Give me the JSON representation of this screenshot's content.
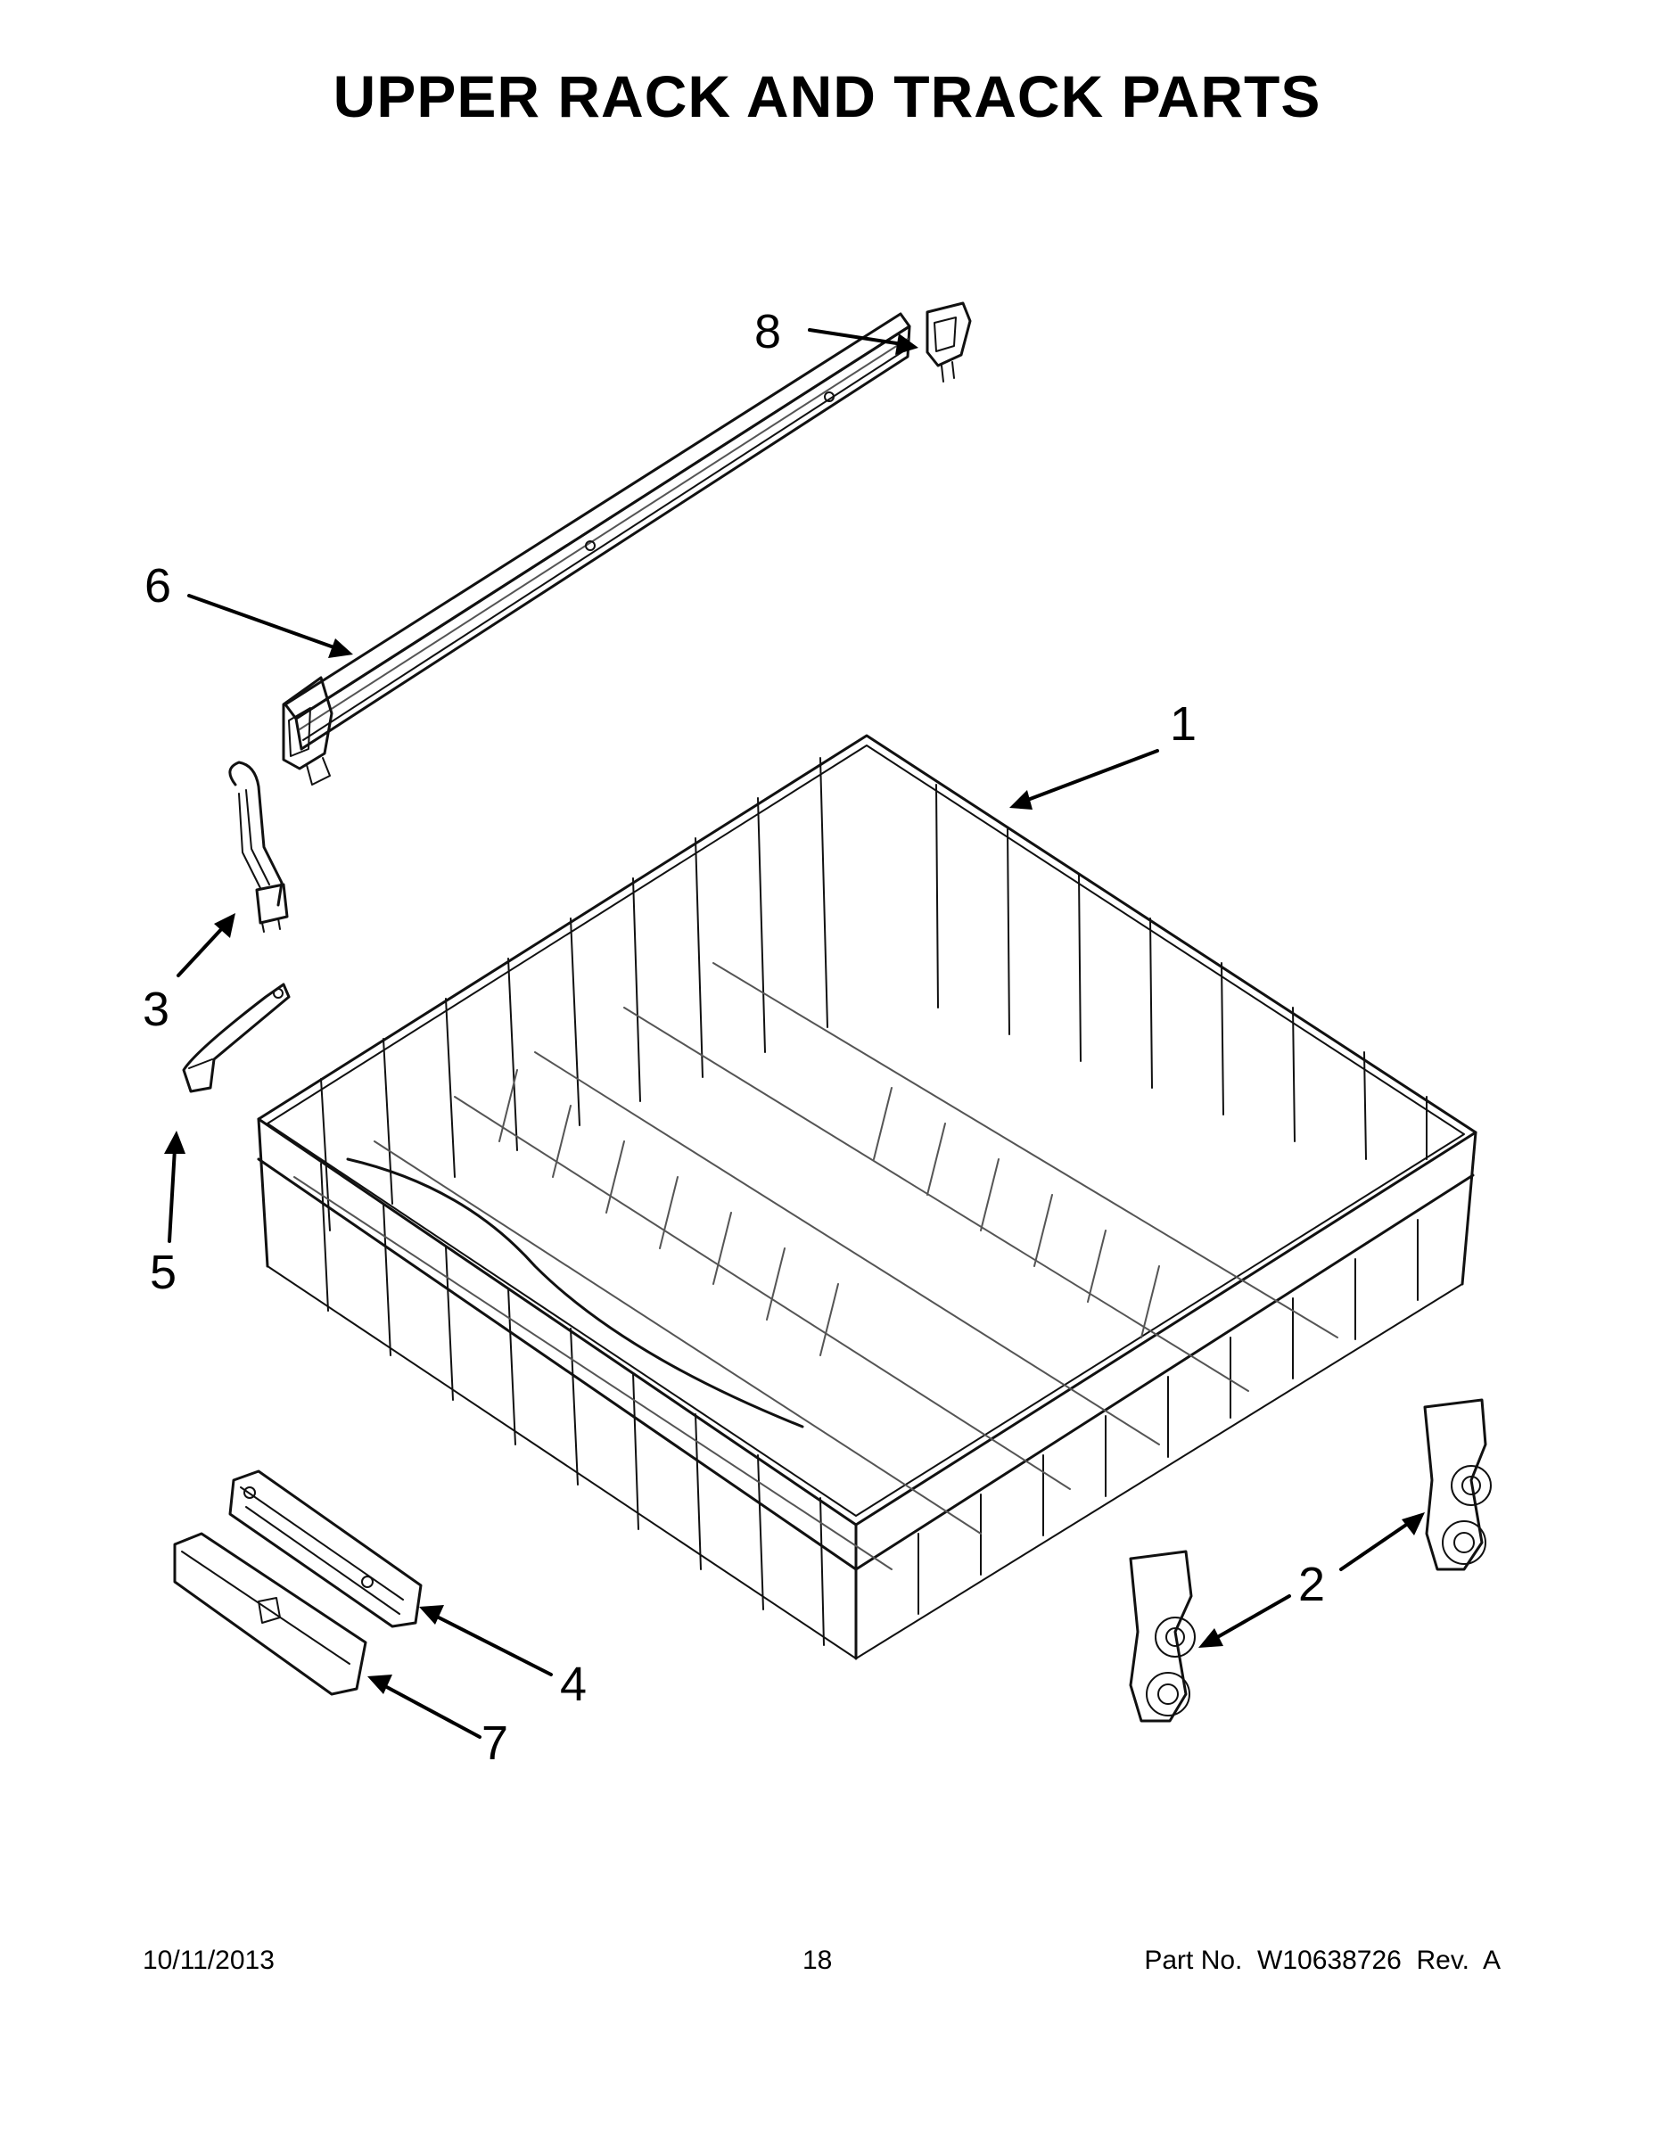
{
  "page": {
    "title": "UPPER RACK AND TRACK PARTS",
    "footer": {
      "date": "10/11/2013",
      "page_number": "18",
      "part_number": "Part No.  W10638726  Rev.  A"
    }
  },
  "callouts": [
    {
      "id": "1",
      "label": "1",
      "part": "upper-rack"
    },
    {
      "id": "2",
      "label": "2",
      "part": "rack-adjuster"
    },
    {
      "id": "3",
      "label": "3",
      "part": "rack-clip"
    },
    {
      "id": "4",
      "label": "4",
      "part": "rack-handle"
    },
    {
      "id": "5",
      "label": "5",
      "part": "rack-stop"
    },
    {
      "id": "6",
      "label": "6",
      "part": "track-rail"
    },
    {
      "id": "7",
      "label": "7",
      "part": "handle-cover"
    },
    {
      "id": "8",
      "label": "8",
      "part": "track-end-cap"
    }
  ]
}
